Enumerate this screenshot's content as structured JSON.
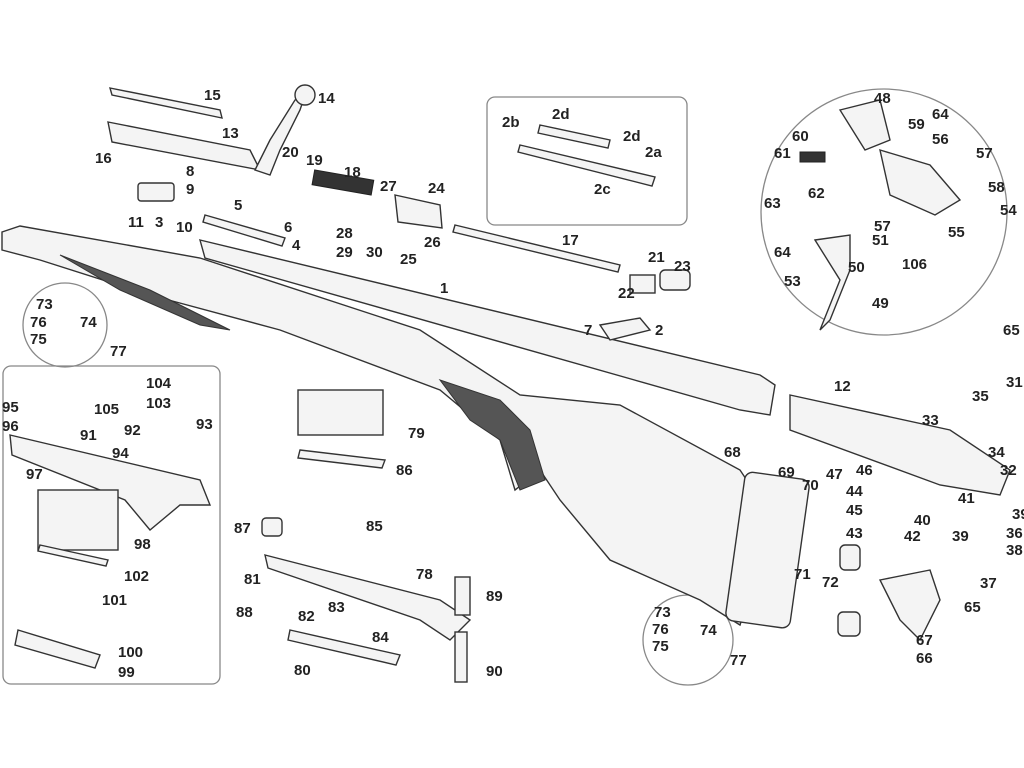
{
  "diagram": {
    "type": "exploded parts diagram",
    "colors": {
      "line": "#333333",
      "background": "#ffffff",
      "frame": "#888888"
    },
    "part_labels": [
      "15",
      "14",
      "13",
      "16",
      "20",
      "19",
      "18",
      "8",
      "9",
      "5",
      "11",
      "3",
      "10",
      "6",
      "4",
      "27",
      "24",
      "28",
      "29",
      "30",
      "26",
      "25",
      "17",
      "21",
      "23",
      "22",
      "7",
      "2",
      "1",
      "2b",
      "2d",
      "2d",
      "2a",
      "2c",
      "48",
      "64",
      "59",
      "56",
      "60",
      "61",
      "57",
      "58",
      "62",
      "63",
      "54",
      "57",
      "51",
      "55",
      "64",
      "50",
      "106",
      "53",
      "49",
      "65",
      "73",
      "76",
      "74",
      "75",
      "77",
      "104",
      "95",
      "105",
      "103",
      "92",
      "93",
      "96",
      "91",
      "94",
      "97",
      "98",
      "102",
      "101",
      "100",
      "99",
      "79",
      "86",
      "87",
      "85",
      "81",
      "78",
      "89",
      "88",
      "83",
      "82",
      "84",
      "80",
      "90",
      "12",
      "68",
      "69",
      "70",
      "33",
      "35",
      "31",
      "34",
      "32",
      "46",
      "47",
      "44",
      "41",
      "45",
      "40",
      "42",
      "39",
      "39",
      "36",
      "38",
      "43",
      "37",
      "71",
      "72",
      "65",
      "67",
      "66",
      "73",
      "76",
      "74",
      "75",
      "77"
    ]
  }
}
